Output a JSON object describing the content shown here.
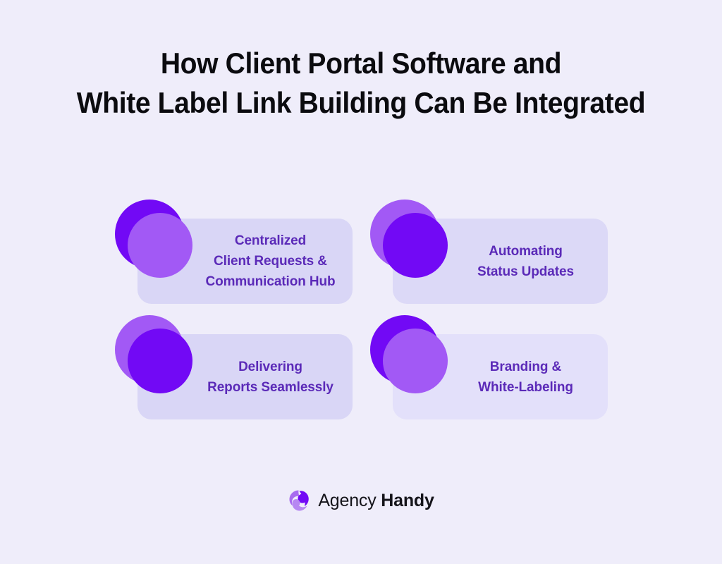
{
  "page": {
    "background_color": "#EFEDFA",
    "title": {
      "line1": "How Client Portal Software and",
      "line2": "White Label Link Building Can Be Integrated",
      "color": "#0B0B0F"
    }
  },
  "colors": {
    "accent_dark_purple": "#7209F5",
    "accent_light_purple": "#A259F5",
    "card_background": "#D9D6F6",
    "card_text": "#5B2AB8",
    "page_background": "#EFEDFA"
  },
  "cards": [
    {
      "id": "centralized-client-requests",
      "lines": [
        "Centralized",
        "Client Requests &",
        "Communication Hub"
      ],
      "circle_order": "dark-back",
      "back_circle_color": "#7209F5",
      "front_circle_color": "#A259F5",
      "background_color": "#D9D6F6"
    },
    {
      "id": "automating-status-updates",
      "lines": [
        "Automating",
        "Status Updates"
      ],
      "circle_order": "light-back",
      "back_circle_color": "#A259F5",
      "front_circle_color": "#7209F5",
      "background_color": "#DCD9F7"
    },
    {
      "id": "delivering-reports-seamlessly",
      "lines": [
        "Delivering",
        "Reports Seamlessly"
      ],
      "circle_order": "light-back",
      "back_circle_color": "#A259F5",
      "front_circle_color": "#7209F5",
      "background_color": "#D9D6F6"
    },
    {
      "id": "branding-white-labeling",
      "lines": [
        "Branding &",
        "White-Labeling"
      ],
      "circle_order": "dark-back",
      "back_circle_color": "#7209F5",
      "front_circle_color": "#A259F5",
      "background_color": "#E3E0FA"
    }
  ],
  "footer": {
    "logo_icon": "agency-handy-swirl-logo",
    "brand_regular": "Agency",
    "brand_bold": "Handy",
    "logo_color_light": "#A86BEF",
    "logo_color_dark": "#7209F5"
  }
}
